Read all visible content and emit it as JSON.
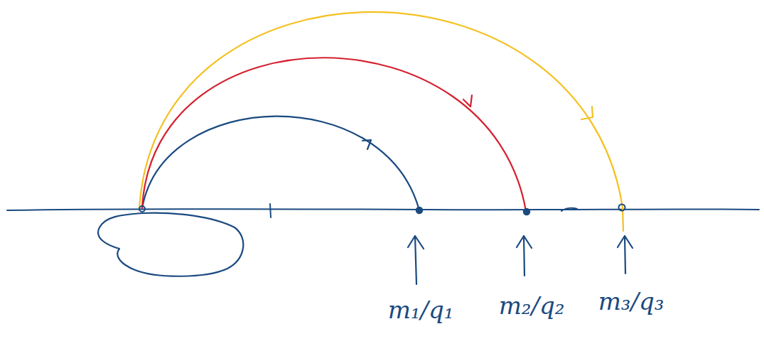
{
  "diagram": {
    "labels": [
      "m₁/q₁",
      "m₂/q₂",
      "m₃/q₃"
    ]
  }
}
